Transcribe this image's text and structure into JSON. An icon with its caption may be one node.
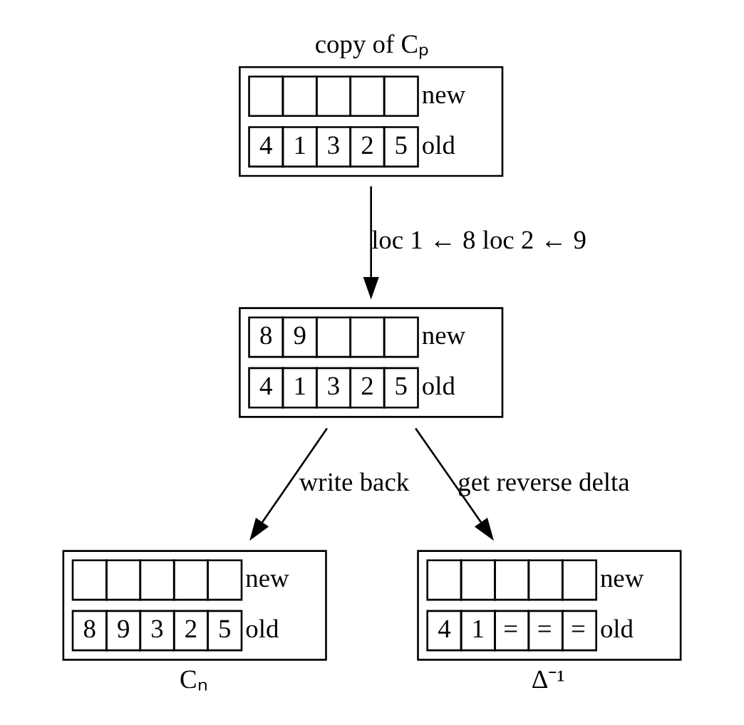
{
  "diagram": {
    "nodes": [
      {
        "text": [
          "new",
          "4",
          "1",
          "3",
          "2",
          "5",
          "old"
        ],
        "beside": [
          "copy of Cₚ"
        ]
      },
      {
        "text": [
          "8",
          "9",
          "new",
          "4",
          "1",
          "3",
          "2",
          "5",
          "old"
        ]
      },
      {
        "text": [
          "new",
          "8",
          "9",
          "3",
          "2",
          "5",
          "old"
        ],
        "beside": [
          "Cₙ"
        ]
      },
      {
        "text": [
          "new",
          "4",
          "1",
          "=",
          "=",
          "=",
          "old"
        ],
        "beside": [
          "Δ⁻¹"
        ]
      }
    ],
    "edges": [
      {
        "from": 0,
        "to": 1,
        "arrow": "to",
        "label": "loc 1 ← 8 loc 2 ← 9"
      },
      {
        "from": 1,
        "to": 2,
        "arrow": "to",
        "label": "write back"
      },
      {
        "from": 1,
        "to": 3,
        "arrow": "to",
        "label": "get reverse delta"
      }
    ]
  }
}
